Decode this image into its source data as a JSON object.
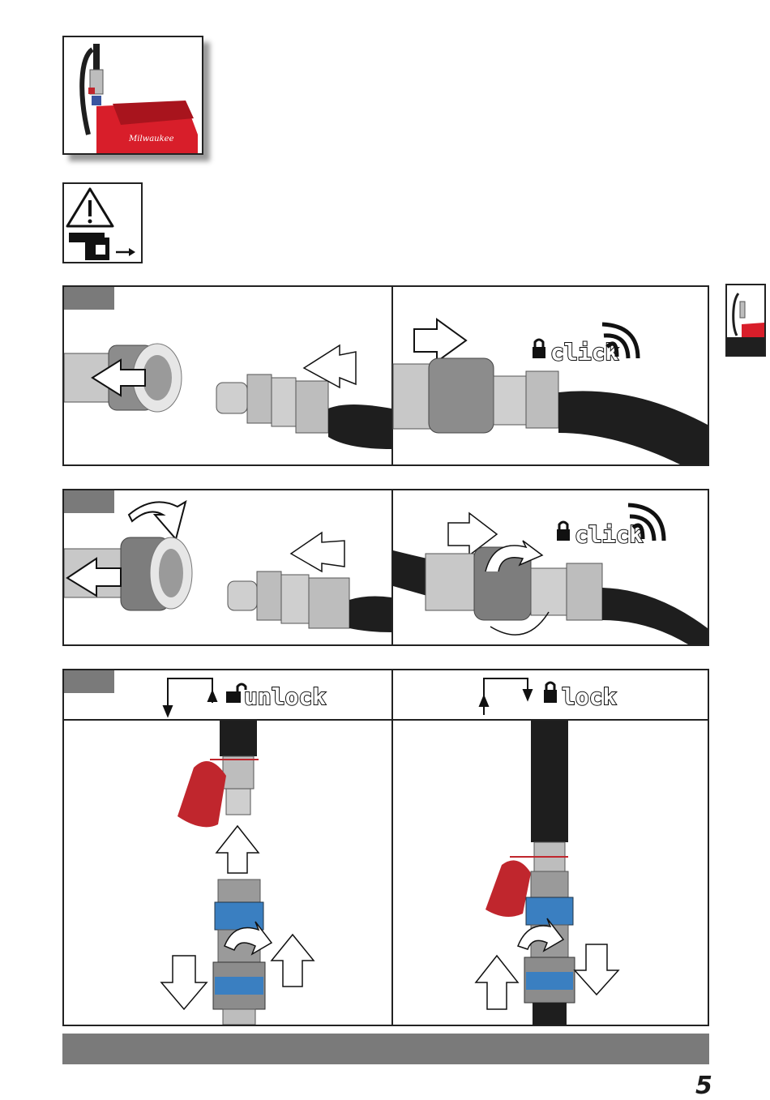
{
  "page": {
    "number": "5"
  },
  "labels": {
    "click_top": "click",
    "click_mid": "click",
    "unlock": "unlock",
    "lock": "lock"
  },
  "colors": {
    "hose": "#1e1e1e",
    "metal": "#bdbdbd",
    "tag": "#7a7a7a",
    "cap_red": "#c0262d",
    "collar_blue": "#3a7fc1",
    "machine_red": "#d81e2a"
  },
  "icons": [
    "warning-icon",
    "battery-remove-icon",
    "padlock-icon",
    "sound-waves-icon",
    "arrow-icon"
  ]
}
